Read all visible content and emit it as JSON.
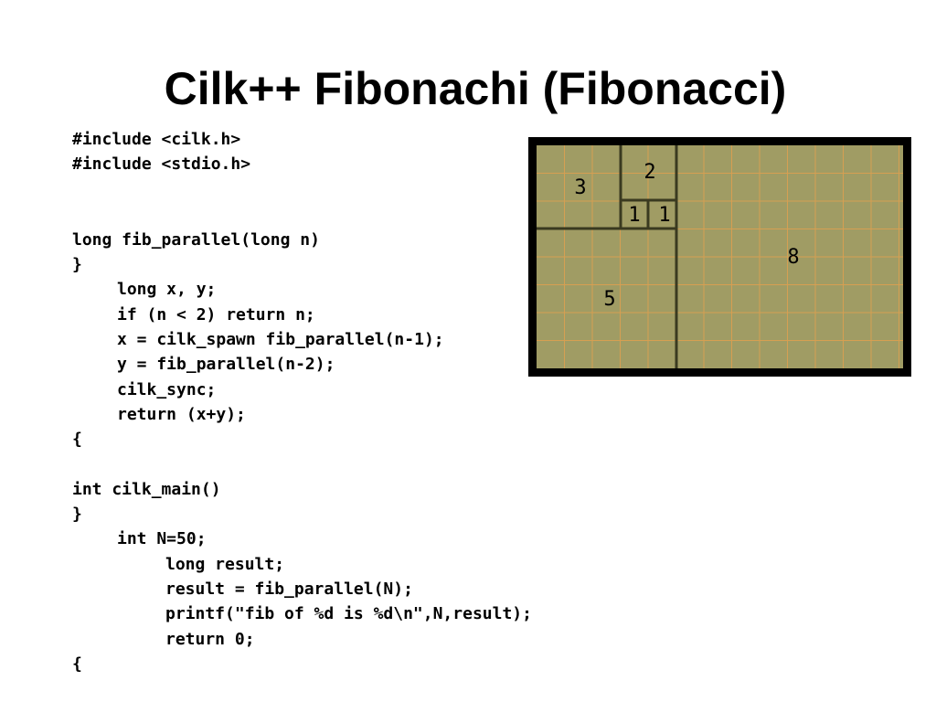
{
  "slide": {
    "title": "Cilk++  Fibonachi (Fibonacci)"
  },
  "code": {
    "lines": [
      "#include <cilk.h>",
      "#include <stdio.h>",
      "",
      "",
      "long fib_parallel(long n)",
      "}",
      "long x, y;",
      "if (n < 2) return n;",
      "x = cilk_spawn fib_parallel(n-1);",
      "y = fib_parallel(n-2);",
      "cilk_sync;",
      "return (x+y);",
      "{",
      "",
      "int cilk_main()",
      "}",
      "int N=50;",
      "long result;",
      "result = fib_parallel(N);",
      "printf(\"fib of %d is %d\\n\",N,result);",
      "return 0;",
      "{"
    ]
  },
  "figure": {
    "squares": [
      {
        "label": "3",
        "size": 3
      },
      {
        "label": "2",
        "size": 2
      },
      {
        "label": "1",
        "size": 1
      },
      {
        "label": "1",
        "size": 1
      },
      {
        "label": "5",
        "size": 5
      },
      {
        "label": "8",
        "size": 8
      }
    ],
    "colors": {
      "frame": "#000000",
      "fill": "#a09c64",
      "grid": "#e0a050",
      "divider": "#3a3a20"
    }
  }
}
